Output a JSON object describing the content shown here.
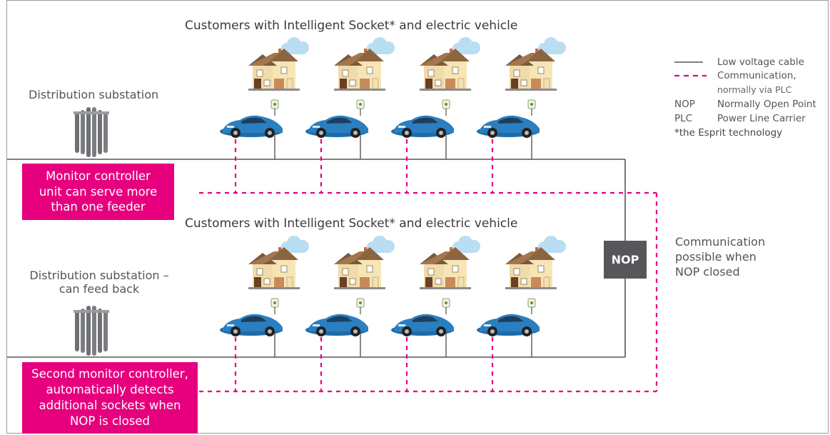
{
  "top_heading": "Customers with Intelligent Socket* and electric vehicle",
  "bottom_heading": "Customers with Intelligent Socket* and electric vehicle",
  "substation_top": "Distribution substation",
  "substation_bottom": {
    "line1": "Distribution substation –",
    "line2": "can feed back"
  },
  "monitor_box_top": {
    "lines": [
      "Monitor controller",
      "unit can serve more",
      "than one feeder"
    ],
    "color": "#e6007e"
  },
  "monitor_box_bottom": {
    "lines": [
      "Second monitor controller,",
      "automatically detects",
      "additional sockets when",
      "NOP is closed"
    ],
    "color": "#e6007e"
  },
  "nop_label": "NOP",
  "comm_note": [
    "Communication",
    "possible when",
    "NOP closed"
  ],
  "legend": {
    "cable": "Low voltage cable",
    "comm_line1": "Communication,",
    "comm_line2": "normally via PLC",
    "nop_key": "NOP",
    "nop_val": "Normally Open Point",
    "plc_key": "PLC",
    "plc_val": "Power Line Carrier",
    "esprit": "*the Esprit technology"
  },
  "colors": {
    "cable": "#555555",
    "communication": "#e6007e",
    "nop_box": "#55575a",
    "car": "#2a7fc1"
  },
  "icons": [
    "house-icon",
    "cloud-icon",
    "car-icon",
    "substation-icon",
    "socket-icon"
  ]
}
